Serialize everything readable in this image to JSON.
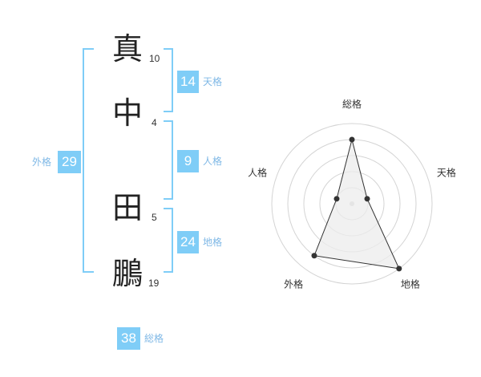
{
  "colors": {
    "accent": "#7fcdf7",
    "accent_text": "#7fb8e6",
    "chart_fill": "#ececec",
    "chart_line": "#333333",
    "grid": "#d4d4d4"
  },
  "name": {
    "characters": [
      {
        "char": "真",
        "strokes": "10"
      },
      {
        "char": "中",
        "strokes": "4"
      },
      {
        "char": "田",
        "strokes": "5"
      },
      {
        "char": "鵬",
        "strokes": "19"
      }
    ]
  },
  "kaku": {
    "tenkaku": {
      "value": "14",
      "label": "天格"
    },
    "jinkaku": {
      "value": "9",
      "label": "人格"
    },
    "chikaku": {
      "value": "24",
      "label": "地格"
    },
    "gaikaku": {
      "value": "29",
      "label": "外格"
    },
    "soukaku": {
      "value": "38",
      "label": "総格"
    }
  },
  "chart_data": {
    "type": "radar",
    "axes": [
      "総格",
      "天格",
      "地格",
      "外格",
      "人格"
    ],
    "values": [
      4,
      1,
      5,
      4,
      1
    ],
    "range": [
      0,
      5
    ],
    "rings": 5,
    "grid": true
  }
}
